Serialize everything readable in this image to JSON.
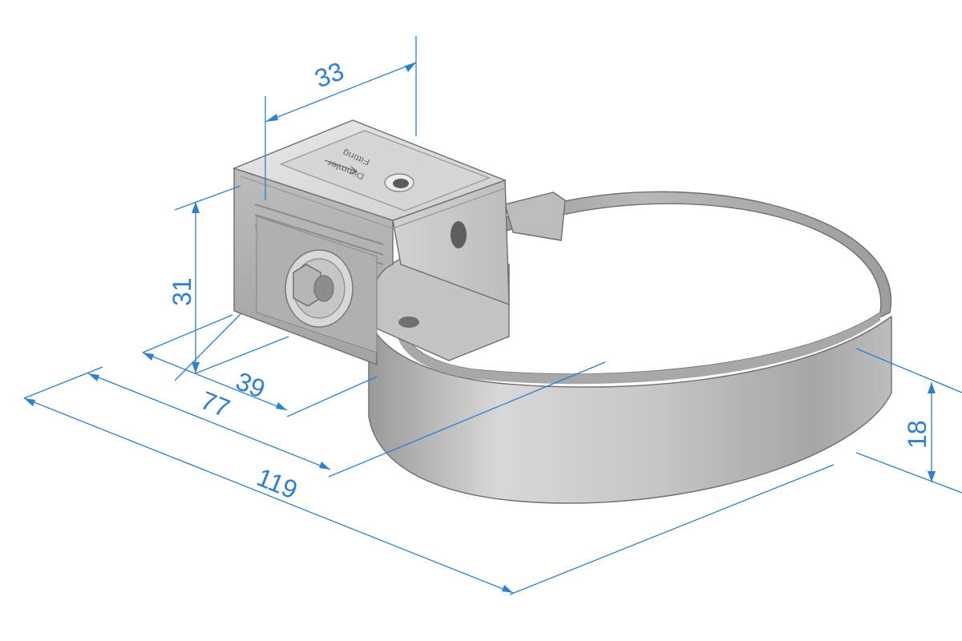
{
  "figure": {
    "subject": "pipe clamp bracket",
    "stamp_text_1": "Fitting",
    "stamp_text_2": "Dimmler",
    "colors": {
      "dimension": "#2f7fd0",
      "metal_light": "#e2e2e2",
      "metal_mid": "#bdbdbd",
      "metal_dark": "#8c8c8c",
      "background": "#ffffff"
    }
  },
  "dimensions": {
    "top_width": "33",
    "height": "31",
    "depth_bracket": "39",
    "depth_mid": "77",
    "overall_depth": "119",
    "band_height": "18"
  }
}
